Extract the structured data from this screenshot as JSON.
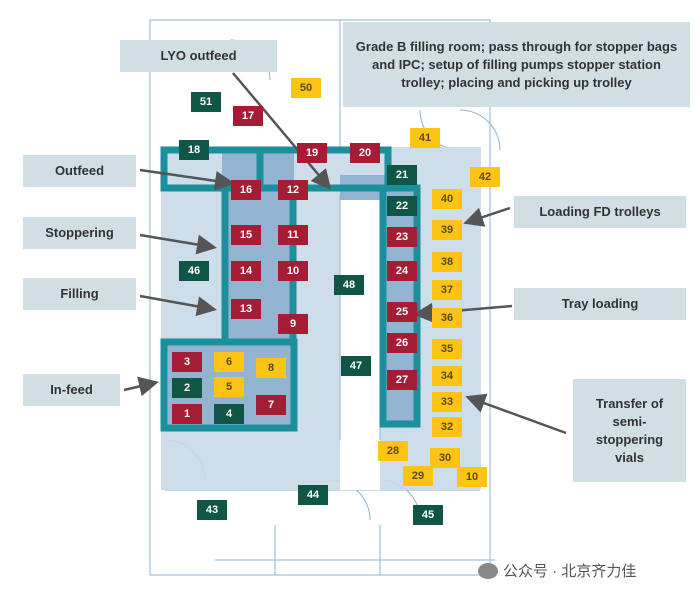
{
  "labels": {
    "lyo_outfeed": "LYO outfeed",
    "grade_b": "Grade B filling room; pass through for stopper bags and IPC; setup of filling pumps stopper station trolley; placing and picking up trolley",
    "outfeed": "Outfeed",
    "stoppering": "Stoppering",
    "filling": "Filling",
    "in_feed": "In-feed",
    "loading_fd": "Loading FD trolleys",
    "tray_loading": "Tray loading",
    "transfer": "Transfer of semi-stoppering vials"
  },
  "badges": [
    {
      "n": "51",
      "c": "green"
    },
    {
      "n": "17",
      "c": "red"
    },
    {
      "n": "18",
      "c": "green"
    },
    {
      "n": "19",
      "c": "red"
    },
    {
      "n": "20",
      "c": "red"
    },
    {
      "n": "16",
      "c": "red"
    },
    {
      "n": "12",
      "c": "red"
    },
    {
      "n": "15",
      "c": "red"
    },
    {
      "n": "11",
      "c": "red"
    },
    {
      "n": "14",
      "c": "red"
    },
    {
      "n": "10",
      "c": "red"
    },
    {
      "n": "13",
      "c": "red"
    },
    {
      "n": "9",
      "c": "red"
    },
    {
      "n": "46",
      "c": "green"
    },
    {
      "n": "48",
      "c": "green"
    },
    {
      "n": "3",
      "c": "red"
    },
    {
      "n": "6",
      "c": "yellow"
    },
    {
      "n": "8",
      "c": "yellow"
    },
    {
      "n": "2",
      "c": "green"
    },
    {
      "n": "5",
      "c": "yellow"
    },
    {
      "n": "7",
      "c": "red"
    },
    {
      "n": "1",
      "c": "red"
    },
    {
      "n": "4",
      "c": "green"
    },
    {
      "n": "47",
      "c": "green"
    },
    {
      "n": "50",
      "c": "yellow"
    },
    {
      "n": "21",
      "c": "green"
    },
    {
      "n": "22",
      "c": "green"
    },
    {
      "n": "23",
      "c": "red"
    },
    {
      "n": "24",
      "c": "red"
    },
    {
      "n": "25",
      "c": "red"
    },
    {
      "n": "26",
      "c": "red"
    },
    {
      "n": "27",
      "c": "red"
    },
    {
      "n": "41",
      "c": "yellow"
    },
    {
      "n": "42",
      "c": "yellow"
    },
    {
      "n": "40",
      "c": "yellow"
    },
    {
      "n": "39",
      "c": "yellow"
    },
    {
      "n": "38",
      "c": "yellow"
    },
    {
      "n": "37",
      "c": "yellow"
    },
    {
      "n": "36",
      "c": "yellow"
    },
    {
      "n": "35",
      "c": "yellow"
    },
    {
      "n": "34",
      "c": "yellow"
    },
    {
      "n": "33",
      "c": "yellow"
    },
    {
      "n": "32",
      "c": "yellow"
    },
    {
      "n": "28",
      "c": "yellow"
    },
    {
      "n": "30",
      "c": "yellow"
    },
    {
      "n": "29",
      "c": "yellow"
    },
    {
      "n": "10",
      "c": "yellow"
    },
    {
      "n": "45",
      "c": "green"
    },
    {
      "n": "44",
      "c": "green"
    },
    {
      "n": "43",
      "c": "green"
    }
  ],
  "watermark": "公众号 · 北京齐力佳",
  "colors": {
    "teal": "#1b8f9b",
    "room": "#c9d9e8",
    "room_dark": "#93b4d0",
    "wall": "#8db3d0"
  }
}
